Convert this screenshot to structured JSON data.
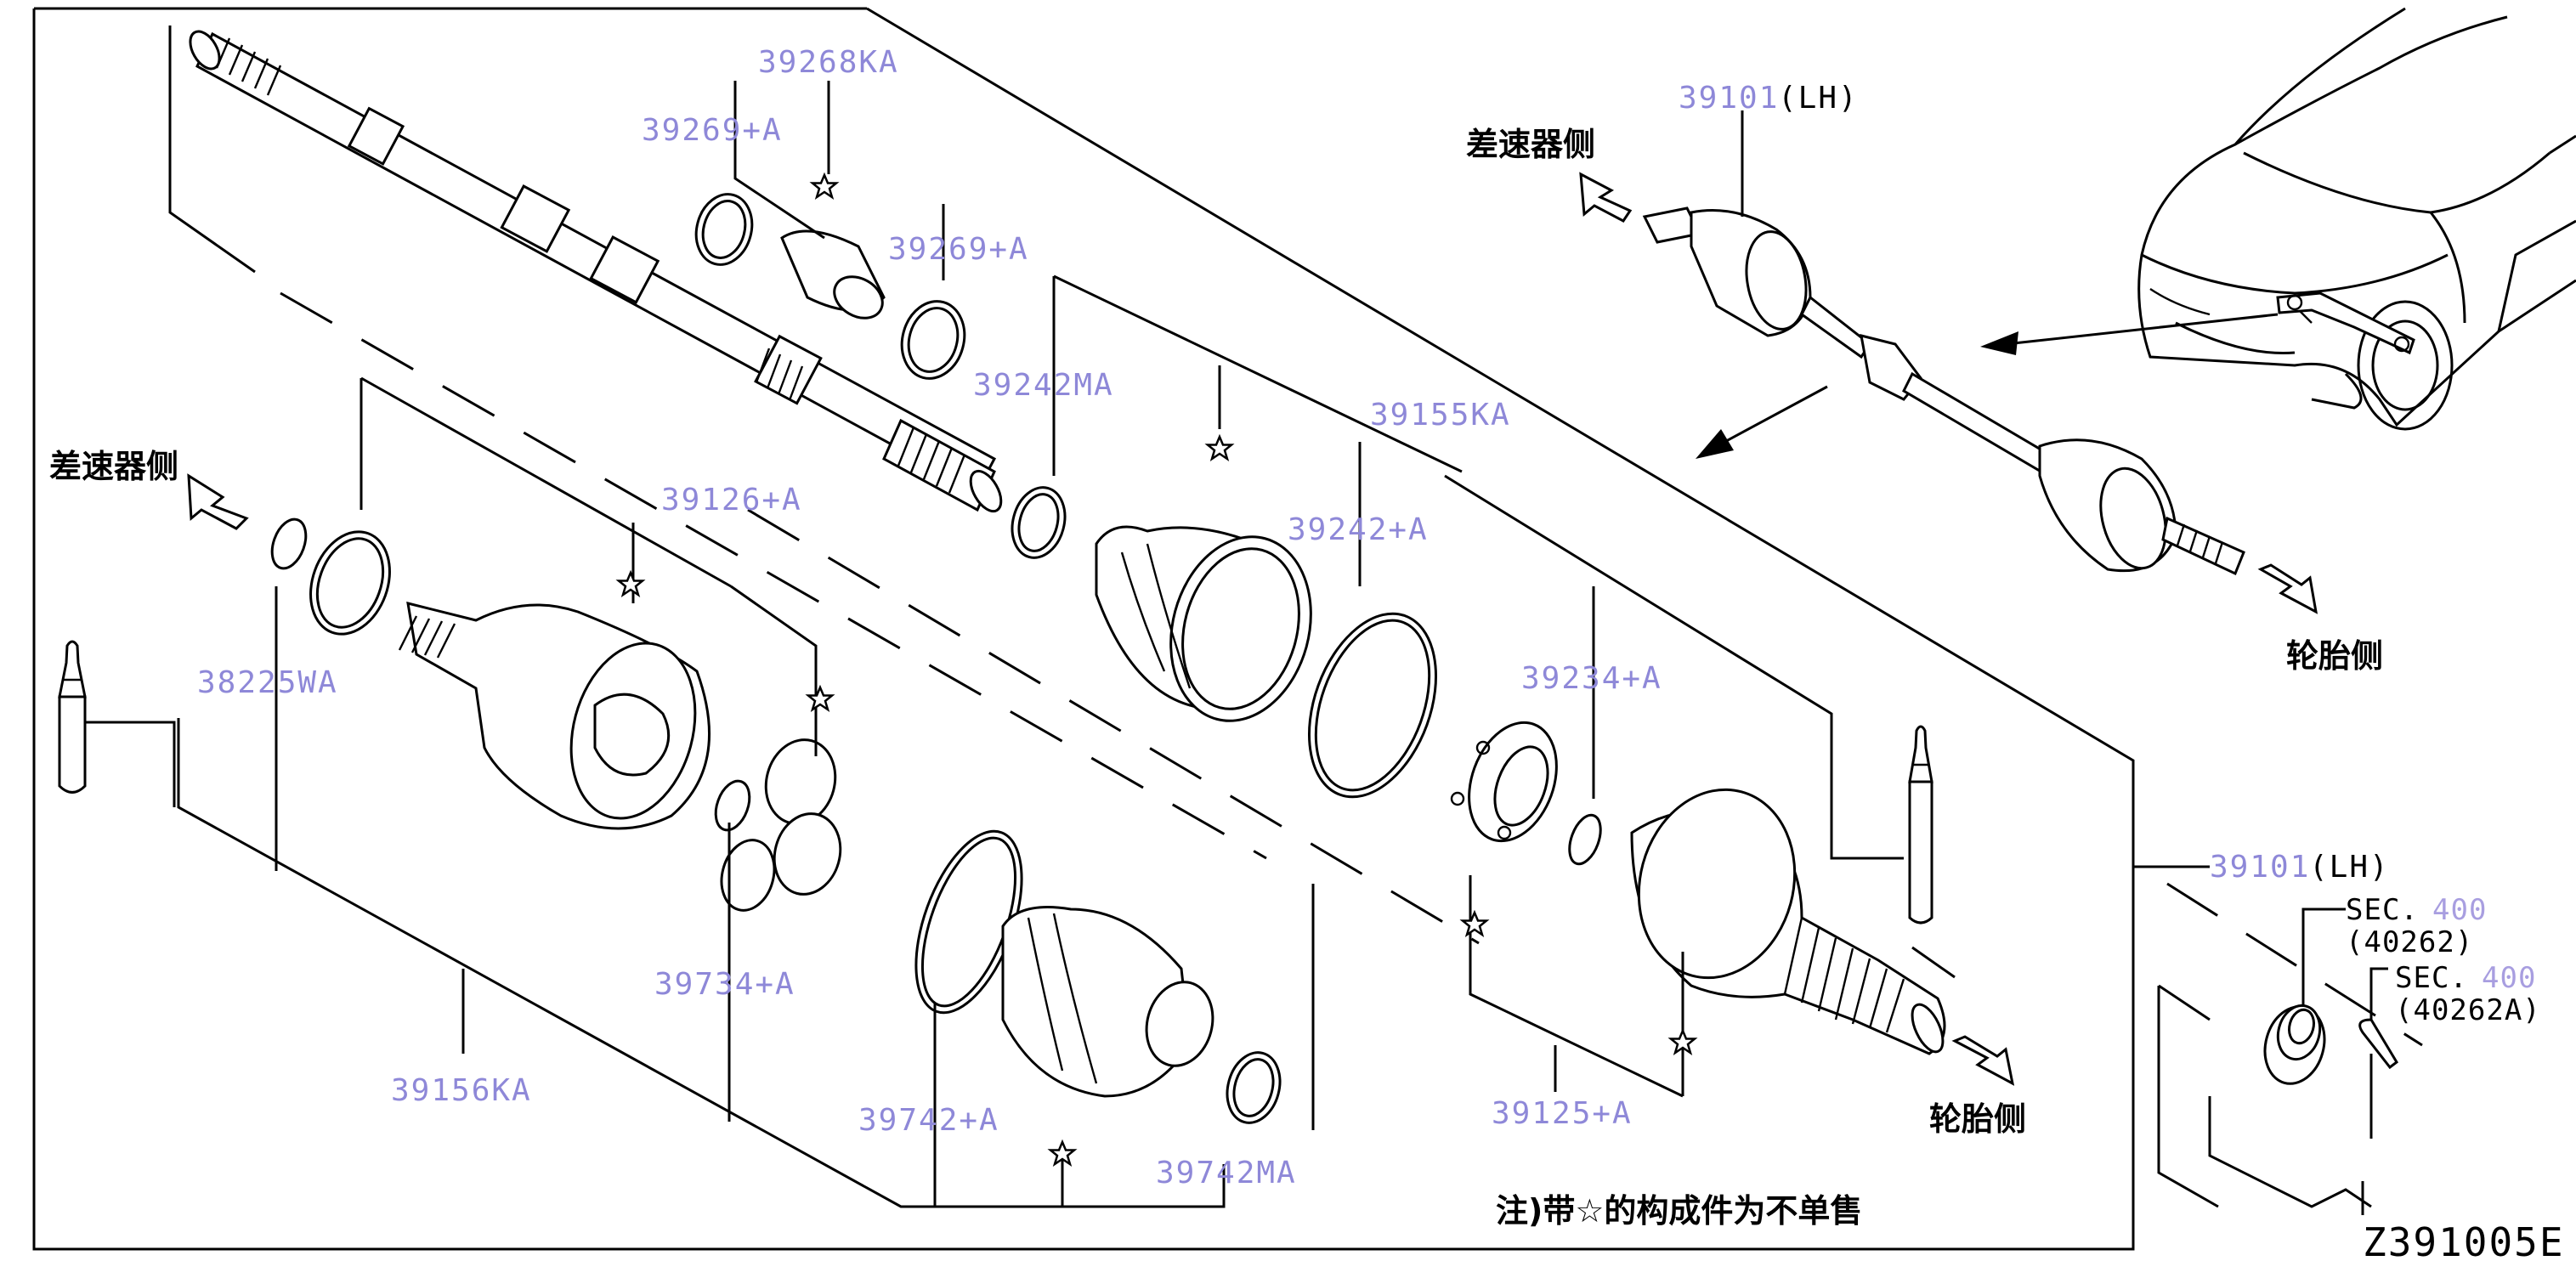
{
  "labels": {
    "boot_band_kit": "39268KA",
    "band_upper_left": "39269+A",
    "band_upper_right": "39269+A",
    "boot_band_mid": "39242MA",
    "repair_kit_outer": "39155KA",
    "band_outer": "39242+A",
    "circlip_outer": "39234+A",
    "spider_kit": "39126+A",
    "o_ring": "38225WA",
    "snap_ring": "39734+A",
    "repair_kit_inner": "39156KA",
    "boot_band_inner": "39742+A",
    "boot_band_inner_small": "39742MA",
    "outer_joint": "39125+A",
    "shaft_assy_top": "39101",
    "shaft_assy_top_side": "(LH)",
    "shaft_assy_right": "39101",
    "shaft_assy_right_side": "(LH)"
  },
  "sections": [
    {
      "prefix": "SEC.",
      "number": "400",
      "ref": "(40262)"
    },
    {
      "prefix": "SEC.",
      "number": "400",
      "ref": "(40262A)"
    }
  ],
  "direction_labels": {
    "differential_side_left": "差速器侧",
    "differential_side_top": "差速器侧",
    "wheel_side_right": "轮胎侧",
    "wheel_side_bottom": "轮胎侧"
  },
  "note": "注)带☆的构成件为不单售",
  "diagram_code": "Z391005E",
  "colors": {
    "part_number": "#8e88d8",
    "line": "#000000",
    "background": "#ffffff"
  },
  "icons": [
    "star-marker",
    "arrow-outline",
    "arrow-solid"
  ]
}
